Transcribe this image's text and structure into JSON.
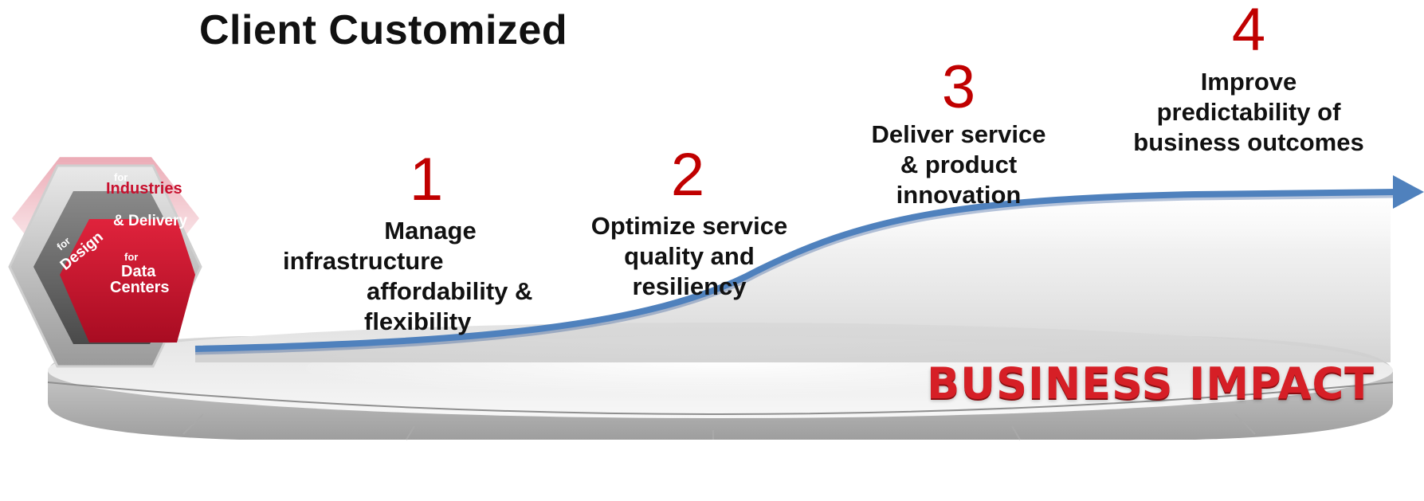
{
  "title": "Client Customized",
  "stages": [
    {
      "number": "1",
      "lines": [
        "Manage",
        "infrastructure",
        "affordability &",
        "flexibility"
      ]
    },
    {
      "number": "2",
      "lines": [
        "Optimize service",
        "quality and",
        "resiliency"
      ]
    },
    {
      "number": "3",
      "lines": [
        "Deliver service",
        "& product",
        "innovation"
      ]
    },
    {
      "number": "4",
      "lines": [
        "Improve",
        "predictability of",
        "business outcomes"
      ]
    }
  ],
  "impact_label": "BUSINESS IMPACT",
  "hexagon": {
    "outer_small": "for",
    "outer": "Industries",
    "middle_left": "for",
    "middle_left2": "Design",
    "middle": "& Delivery",
    "inner_small": "for",
    "inner_line1": "Data",
    "inner_line2": "Centers"
  },
  "colors": {
    "accent_red": "#c00000",
    "impact_red": "#d61f26",
    "arrow_blue": "#4f81bd",
    "hex_red": "#c8102e"
  }
}
